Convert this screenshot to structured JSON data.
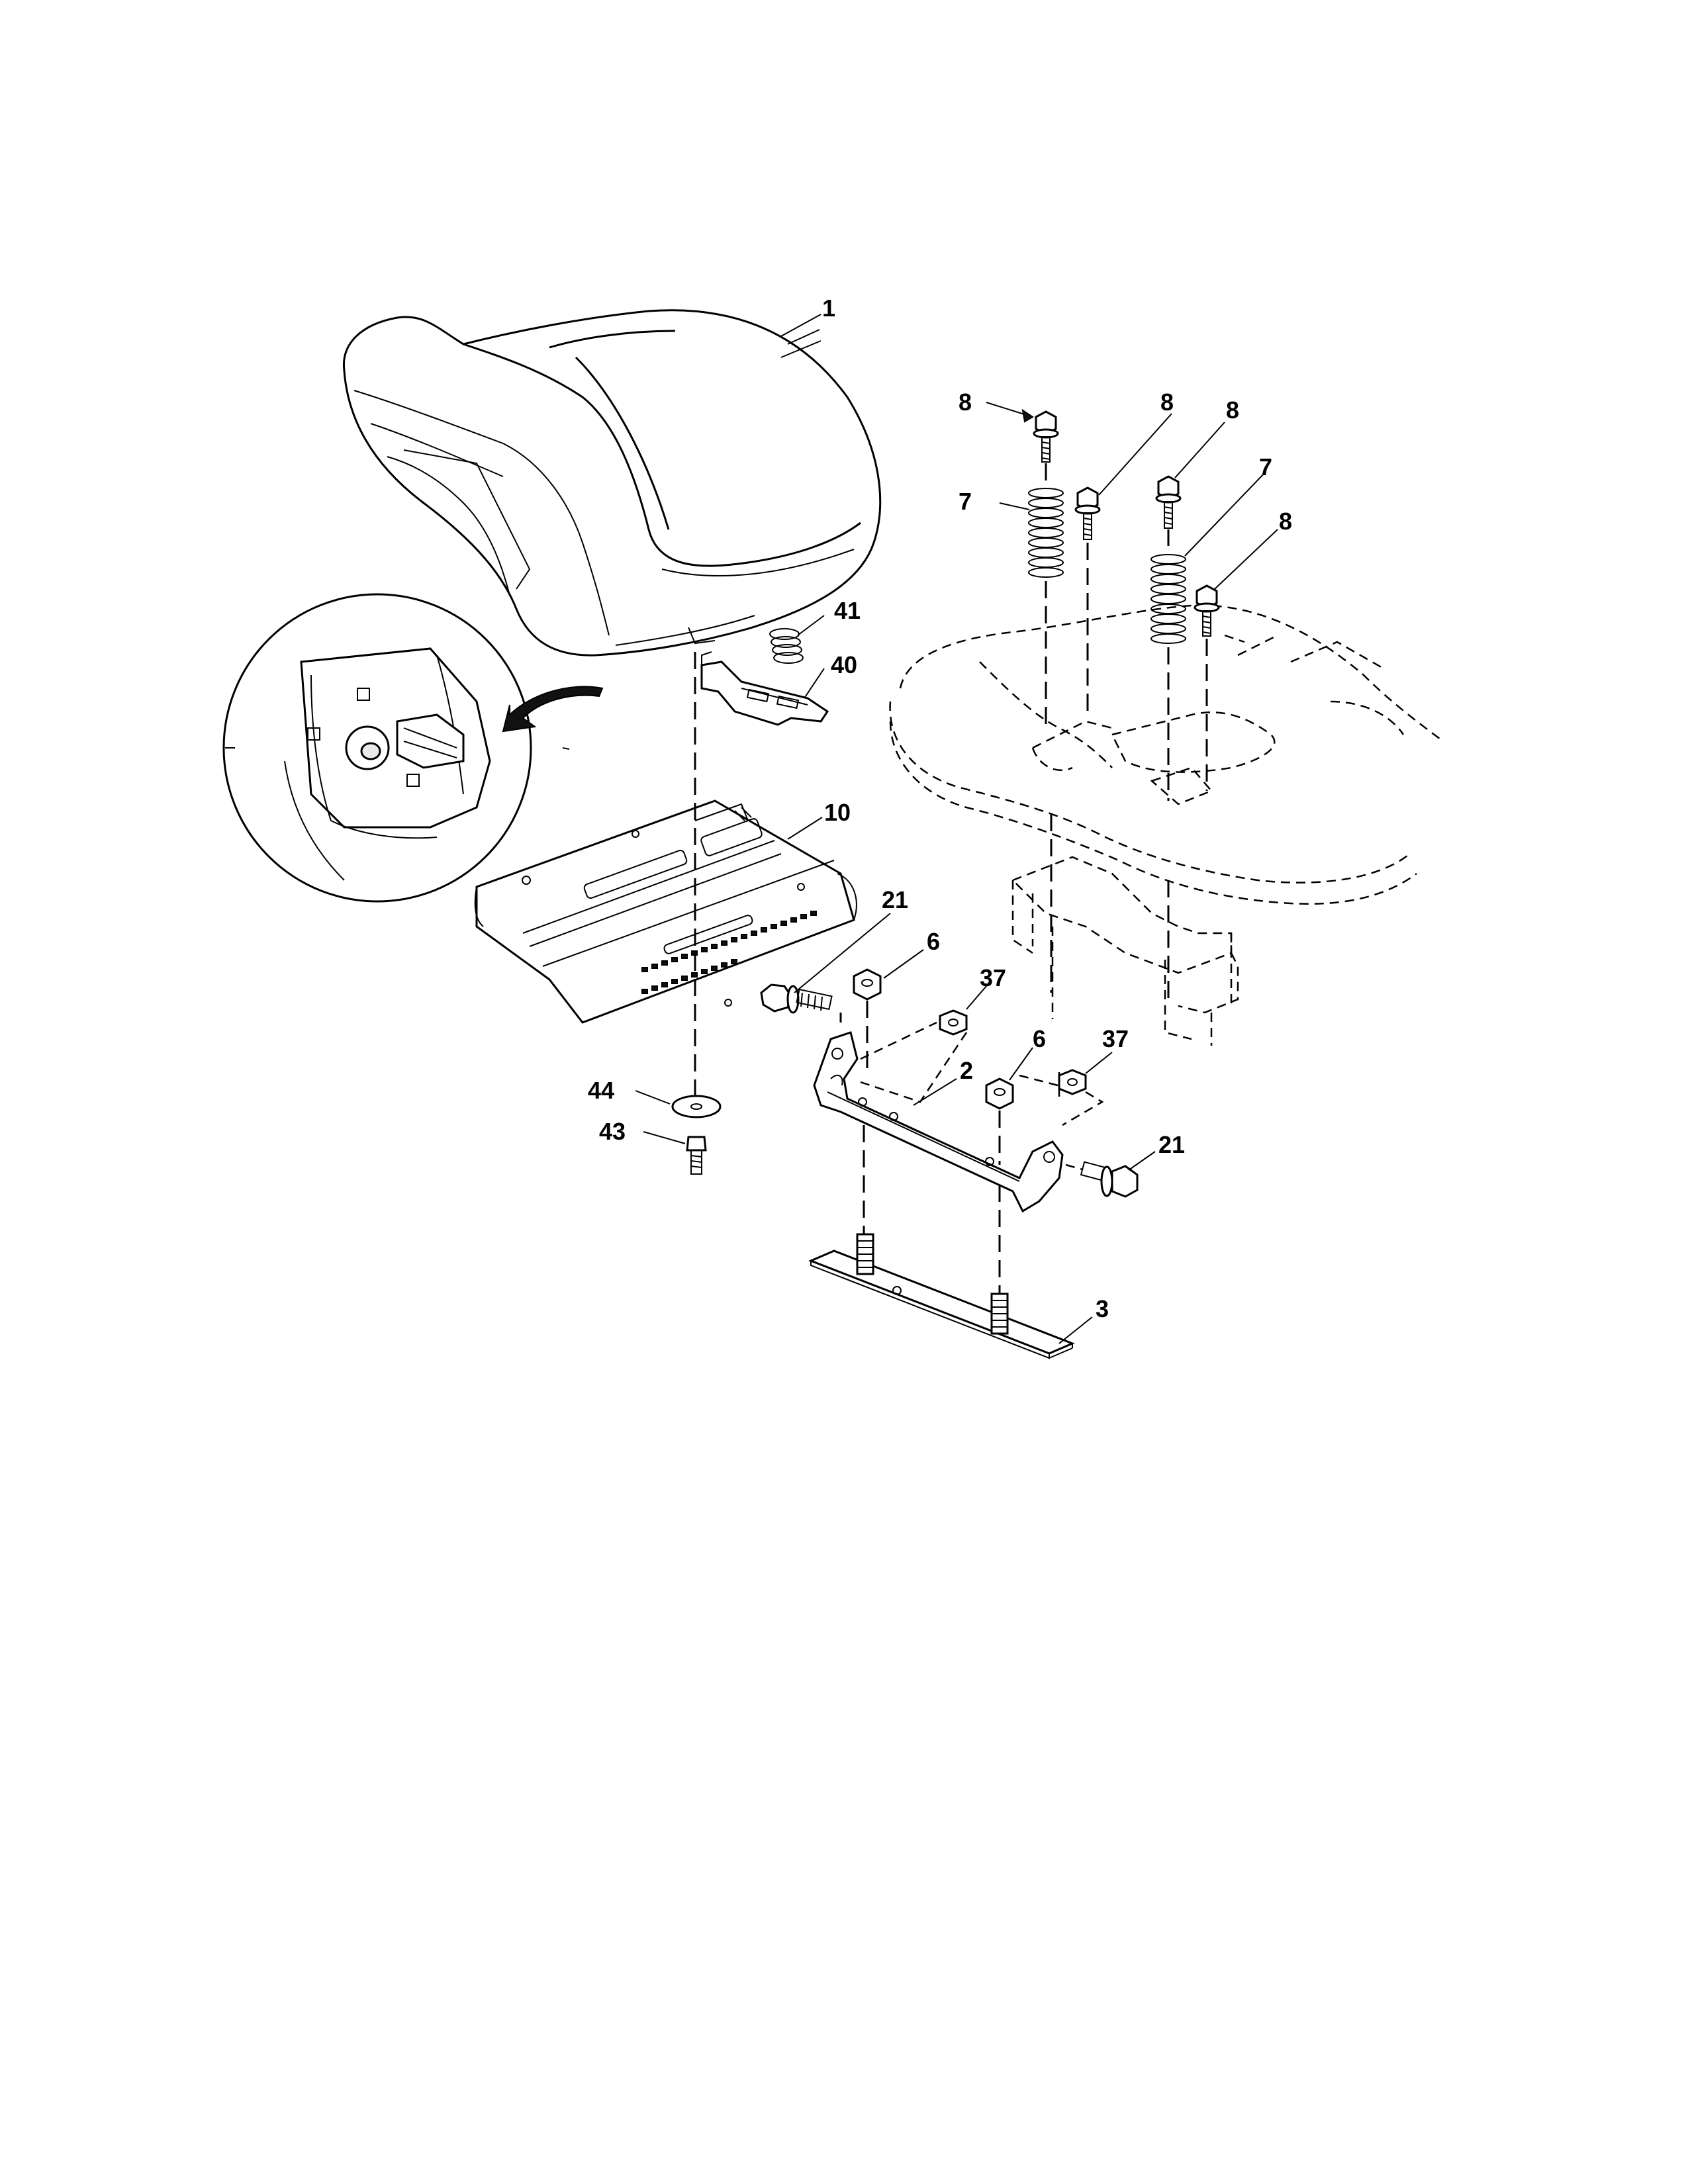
{
  "labels": {
    "seat": "1",
    "bolt_a": "8",
    "bolt_b": "8",
    "bolt_c": "8",
    "bolt_d": "8",
    "spring_left": "7",
    "spring_right": "7",
    "spring_small": "41",
    "clip": "40",
    "seat_pan": "10",
    "bolt_21_top": "21",
    "nut_6_left": "6",
    "nut_37_left": "37",
    "nut_6_right": "6",
    "nut_37_right": "37",
    "bracket": "2",
    "bolt_21_right": "21",
    "washer": "44",
    "screw": "43",
    "plate": "3"
  }
}
